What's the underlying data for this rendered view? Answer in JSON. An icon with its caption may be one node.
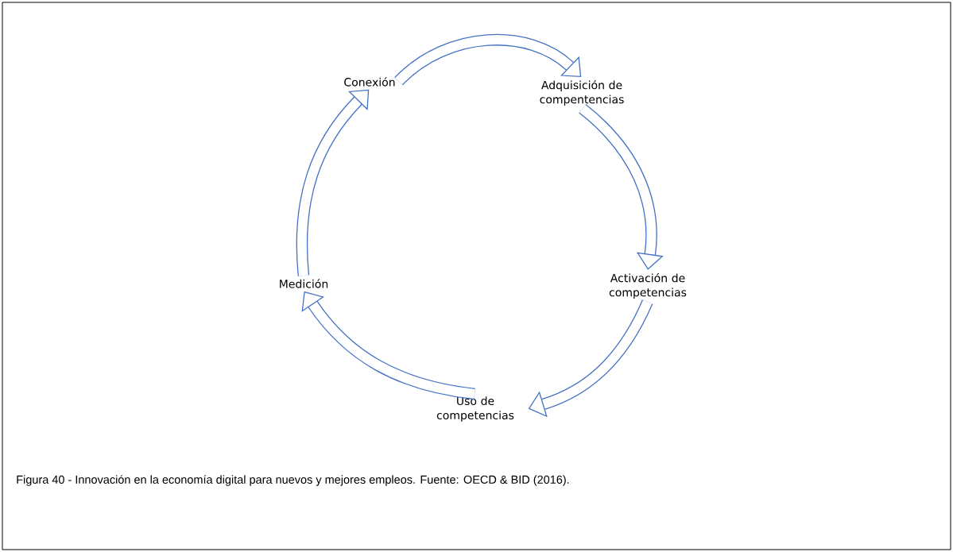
{
  "diagram": {
    "caption": "Figura 40 - Innovación en la economía digital para nuevos y mejores empleos. Fuente: OECD & BID (2016).",
    "nodes": [
      {
        "text": [
          "Conexión"
        ]
      },
      {
        "text": [
          "Adquisición de compentencias"
        ]
      },
      {
        "text": [
          "Activación de competencias"
        ]
      },
      {
        "text": [
          "Uso de competencias"
        ]
      },
      {
        "text": [
          "Medición"
        ]
      }
    ],
    "edges": [
      {
        "from": 0,
        "to": 1,
        "arrow": "to"
      },
      {
        "from": 1,
        "to": 2,
        "arrow": "to"
      },
      {
        "from": 2,
        "to": 3,
        "arrow": "to"
      },
      {
        "from": 3,
        "to": 4,
        "arrow": "to"
      },
      {
        "from": 4,
        "to": 0,
        "arrow": "to"
      }
    ]
  }
}
